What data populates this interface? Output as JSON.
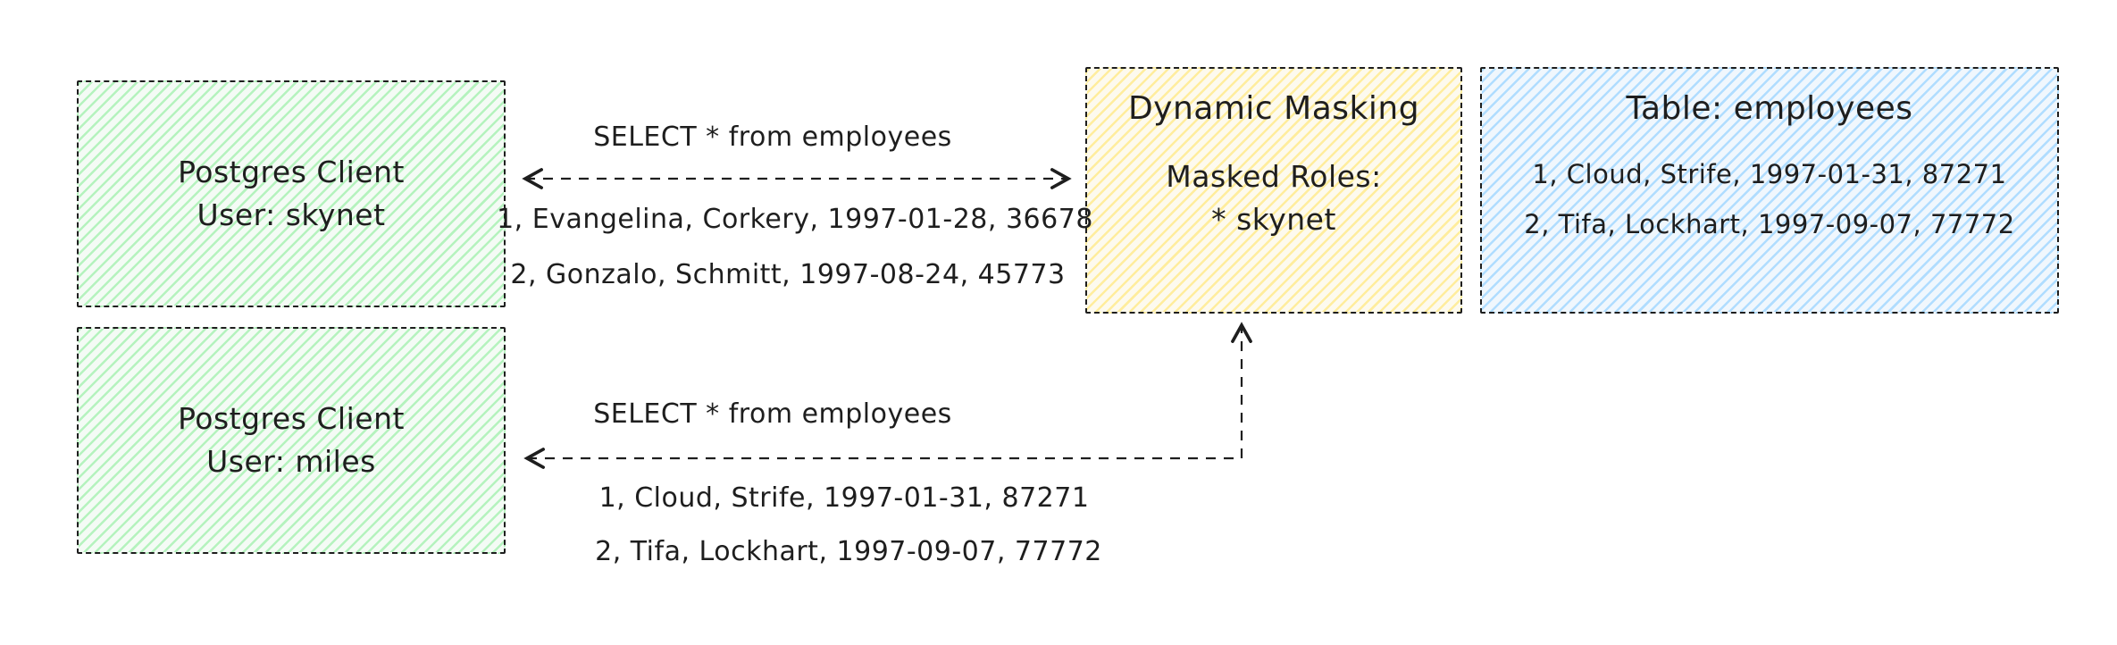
{
  "diagram": {
    "nodes": {
      "client_skynet": {
        "line1": "Postgres Client",
        "line2": "User: skynet"
      },
      "client_miles": {
        "line1": "Postgres Client",
        "line2": "User: miles"
      },
      "dynamic_masking": {
        "title": "Dynamic Masking",
        "line1": "Masked Roles:",
        "line2": "* skynet"
      },
      "table_employees": {
        "title": "Table: employees",
        "row1": "1, Cloud, Strife, 1997-01-31, 87271",
        "row2": "2, Tifa, Lockhart, 1997-09-07, 77772"
      }
    },
    "flows": {
      "skynet": {
        "query": "SELECT * from employees",
        "result1": "1, Evangelina, Corkery, 1997-01-28, 36678",
        "result2": "2, Gonzalo, Schmitt, 1997-08-24, 45773"
      },
      "miles": {
        "query": "SELECT * from employees",
        "result1": "1, Cloud, Strife, 1997-01-31, 87271",
        "result2": "2, Tifa, Lockhart, 1997-09-07, 77772"
      }
    },
    "colors": {
      "stroke": "#1e1e1e",
      "green_fill": "#b2f2bb",
      "yellow_fill": "#ffec99",
      "blue_fill": "#a5d8ff"
    }
  }
}
